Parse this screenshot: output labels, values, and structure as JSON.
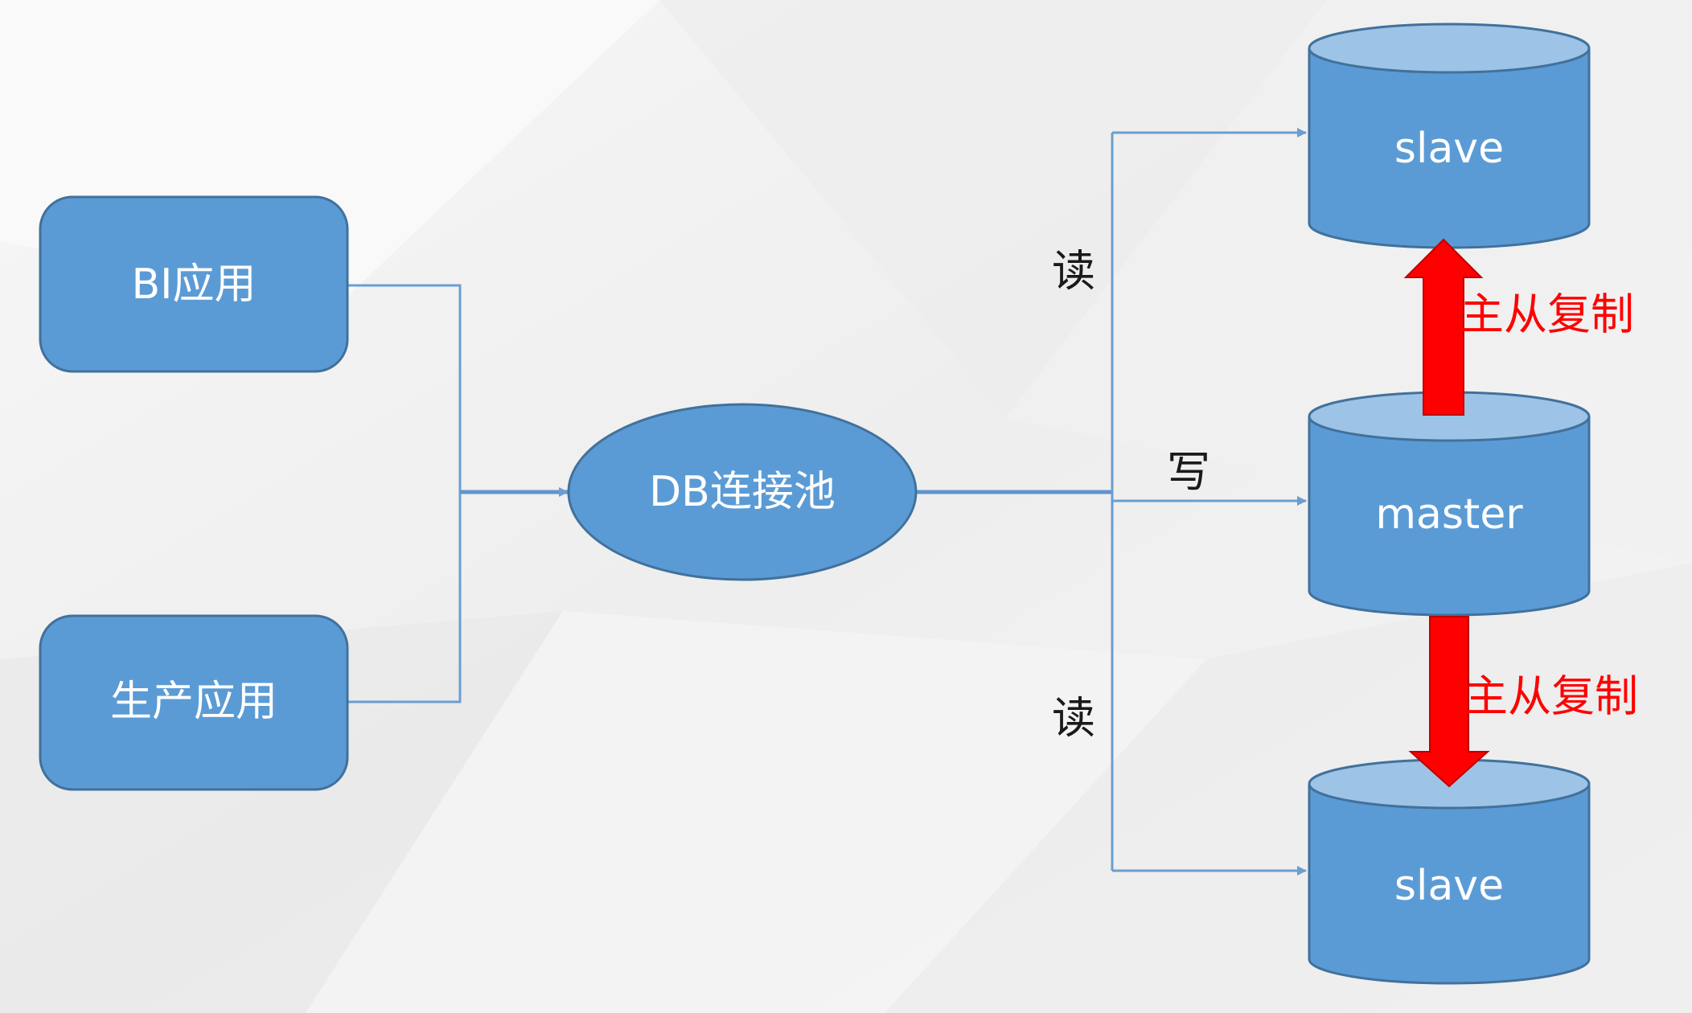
{
  "nodes": {
    "bi_app": "BI应用",
    "prod_app": "生产应用",
    "db_pool": "DB连接池",
    "slave_top": "slave",
    "master": "master",
    "slave_bottom": "slave"
  },
  "edges": {
    "read_top": "读",
    "write": "写",
    "read_bottom": "读",
    "replication_top": "主从复制",
    "replication_bottom": "主从复制"
  },
  "colors": {
    "node_fill": "#5b9bd5",
    "node_stroke": "#41719c",
    "cylinder_top": "#9dc3e6",
    "connector": "#6b9ed0",
    "replication_arrow": "#ff0000",
    "background": "#f3f3f3"
  }
}
